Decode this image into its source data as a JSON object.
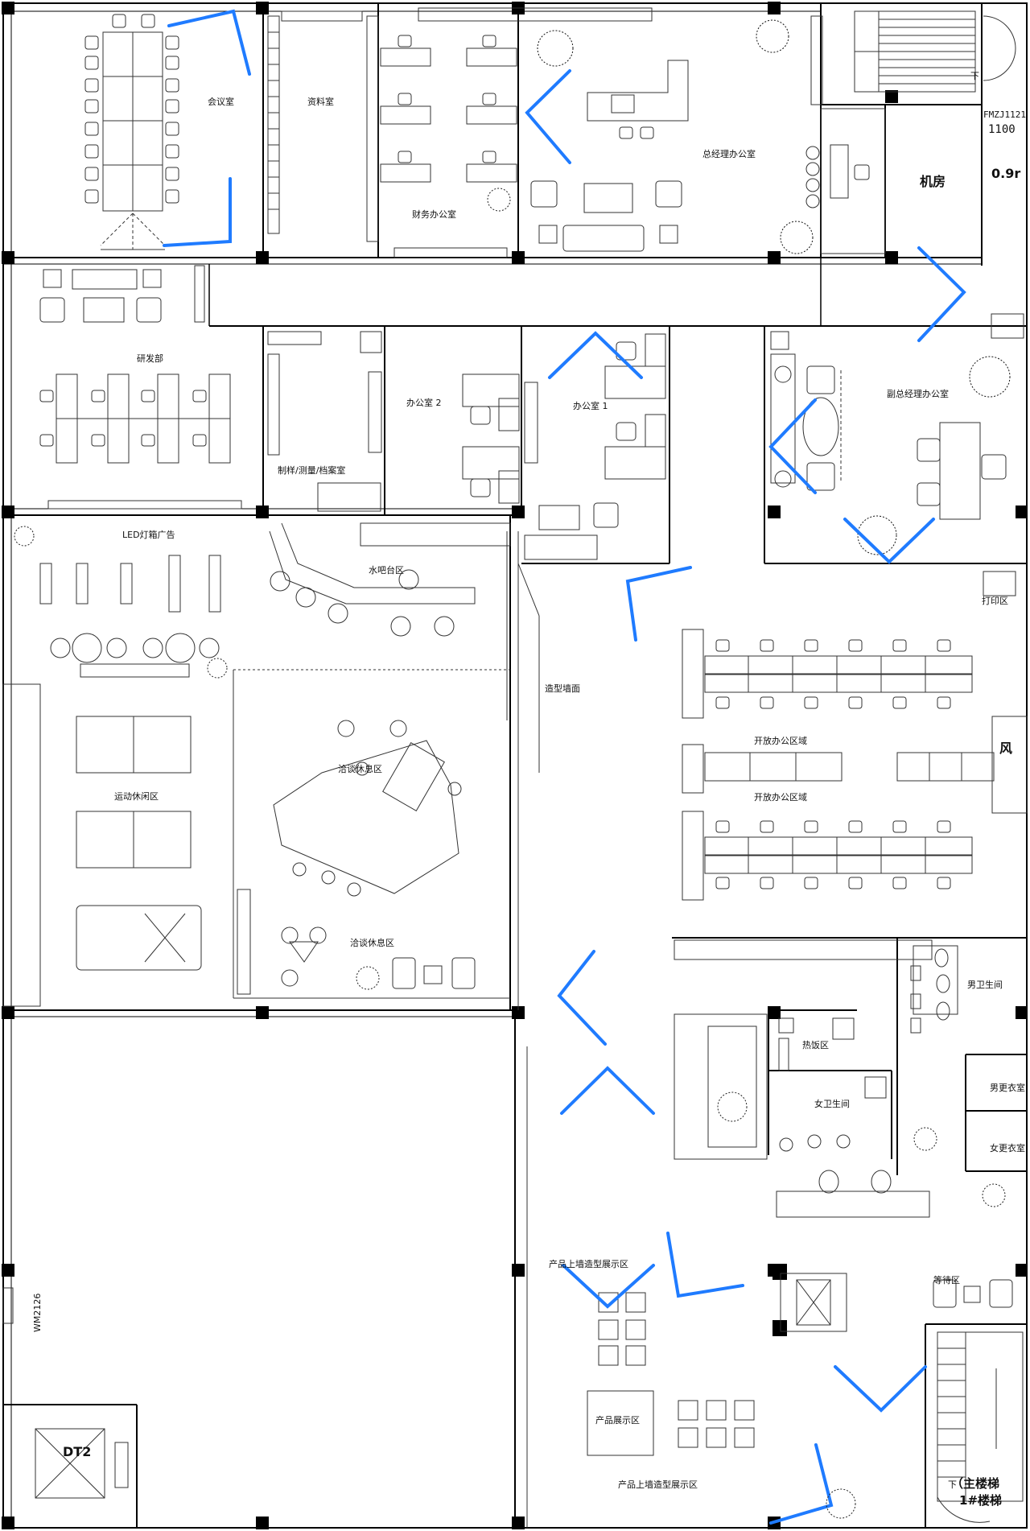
{
  "palette": {
    "wall": "#000000",
    "line": "#333333",
    "arrow": "#1f7bff",
    "bg": "#ffffff"
  },
  "rooms": {
    "meeting": "会议室",
    "archive": "资料室",
    "finance": "财务办公室",
    "gm_office": "总经理办公室",
    "machine_room": "机房",
    "rd": "研发部",
    "sampling": "制样/测量/档案室",
    "office2": "办公室 2",
    "office1": "办公室 1",
    "vgm_office": "副总经理办公室",
    "led_ad": "LED灯箱广告",
    "water_bar": "水吧台区",
    "sport_leisure": "运动休闲区",
    "talk_rest_1": "洽谈休息区",
    "talk_rest_2": "洽谈休息区",
    "feature_wall": "造型墙面",
    "print": "打印区",
    "open_office_1": "开放办公区域",
    "open_office_2": "开放办公区域",
    "mens_wc": "男卫生间",
    "heat_meal": "热饭区",
    "womens_wc": "女卫生间",
    "mens_locker": "男更衣室",
    "womens_locker": "女更衣室",
    "waiting": "等待区",
    "product_wall_1": "产品上墙造型展示区",
    "product_display": "产品展示区",
    "product_wall_2": "产品上墙造型展示区"
  },
  "tags": {
    "fmz": "FMZJ1121",
    "width_1100": "1100",
    "height_09": "0.9r",
    "wind": "风",
    "wm": "WM2126",
    "dt2": "DT2",
    "main_stair": "（主楼梯",
    "stair_1": "1#楼梯",
    "down_1": "下",
    "down_2": "下"
  }
}
